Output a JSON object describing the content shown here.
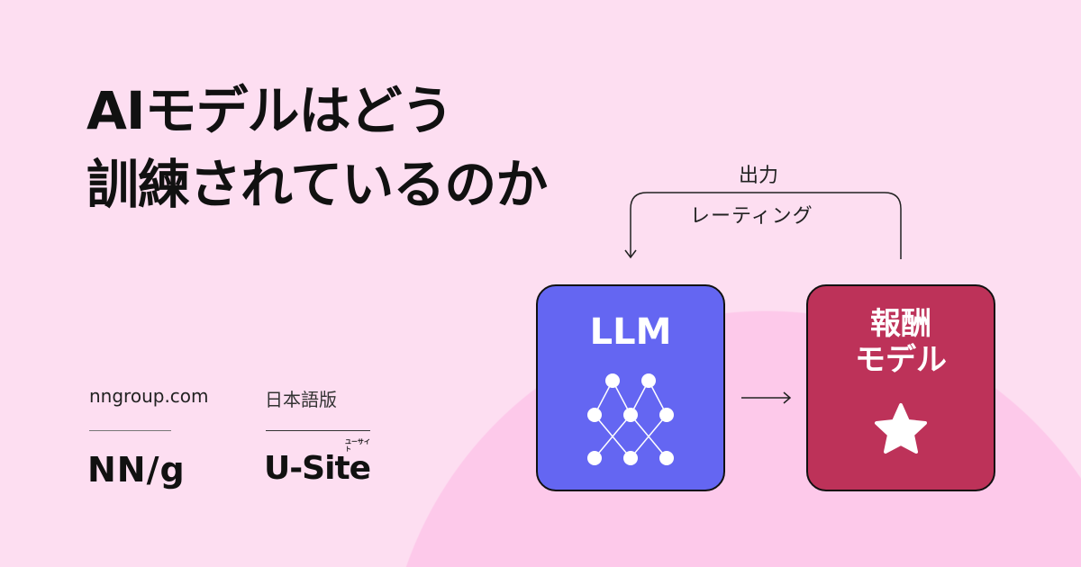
{
  "title": {
    "line1": "AIモデルはどう",
    "line2": "訓練されているのか"
  },
  "footer": {
    "nng_url": "nngroup.com",
    "nng_logo": "NN/g",
    "jp_label": "日本語版",
    "usite_logo": "U-Site",
    "usite_kana": "ユーサイト"
  },
  "diagram": {
    "feedback_top": "出力",
    "feedback_bottom": "レーティング",
    "llm_label": "LLM",
    "reward_line1": "報酬",
    "reward_line2": "モデル"
  },
  "colors": {
    "background": "#fddef1",
    "llm": "#6466f2",
    "reward": "#bd3259"
  }
}
